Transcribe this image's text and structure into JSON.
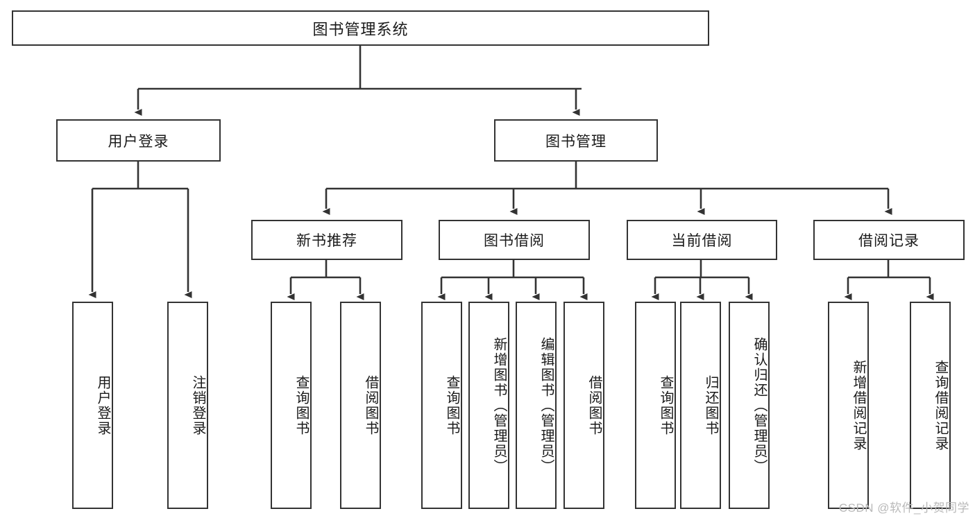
{
  "diagram": {
    "title": "图书管理系统",
    "type": "tree-hierarchy",
    "watermark": "CSDN @软件_小贺同学",
    "colors": {
      "box_border": "#333333",
      "box_fill": "#ffffff",
      "edge": "#333333",
      "text": "#1a1a1a",
      "watermark": "#b9b9b9",
      "background": "#ffffff"
    },
    "levels": {
      "level0": [
        {
          "id": "root",
          "label": "图书管理系统"
        }
      ],
      "level1": [
        {
          "id": "user-login",
          "label": "用户登录",
          "parent": "root"
        },
        {
          "id": "book-manage",
          "label": "图书管理",
          "parent": "root"
        }
      ],
      "level2": [
        {
          "id": "new-book-rec",
          "label": "新书推荐",
          "parent": "book-manage"
        },
        {
          "id": "book-borrow",
          "label": "图书借阅",
          "parent": "book-manage"
        },
        {
          "id": "current-borrow",
          "label": "当前借阅",
          "parent": "book-manage"
        },
        {
          "id": "borrow-record",
          "label": "借阅记录",
          "parent": "book-manage"
        }
      ],
      "leaves": [
        {
          "id": "leaf-user-login",
          "label": "用户登录",
          "parent": "user-login"
        },
        {
          "id": "leaf-logout-login",
          "label": "注销登录",
          "parent": "user-login"
        },
        {
          "id": "leaf-query-book-1",
          "label": "查询图书",
          "parent": "new-book-rec"
        },
        {
          "id": "leaf-borrow-book-1",
          "label": "借阅图书",
          "parent": "new-book-rec"
        },
        {
          "id": "leaf-query-book-2",
          "label": "查询图书",
          "parent": "book-borrow"
        },
        {
          "id": "leaf-add-book",
          "label": "新增图书（管理员）",
          "parent": "book-borrow"
        },
        {
          "id": "leaf-edit-book",
          "label": "编辑图书（管理员）",
          "parent": "book-borrow"
        },
        {
          "id": "leaf-borrow-book-2",
          "label": "借阅图书",
          "parent": "book-borrow"
        },
        {
          "id": "leaf-query-book-3",
          "label": "查询图书",
          "parent": "current-borrow"
        },
        {
          "id": "leaf-return-book",
          "label": "归还图书",
          "parent": "current-borrow"
        },
        {
          "id": "leaf-confirm-return",
          "label": "确认归还（管理员）",
          "parent": "current-borrow"
        },
        {
          "id": "leaf-add-record",
          "label": "新增借阅记录",
          "parent": "borrow-record"
        },
        {
          "id": "leaf-query-record",
          "label": "查询借阅记录",
          "parent": "borrow-record"
        }
      ]
    }
  }
}
